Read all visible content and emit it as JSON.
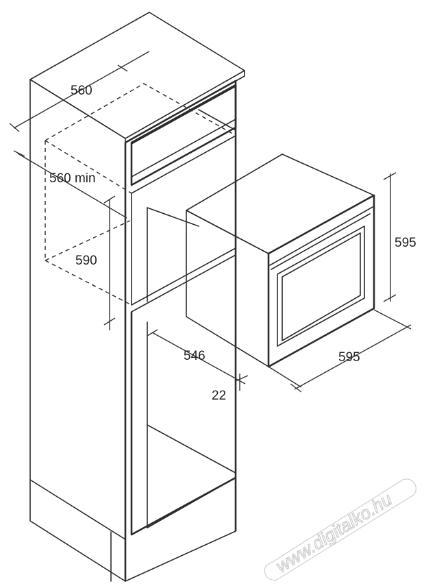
{
  "dimensions": {
    "cabinet_width": "560",
    "cabinet_depth": "560 min",
    "niche_height": "590",
    "oven_depth": "546",
    "oven_height": "595",
    "oven_width": "595",
    "front_depth": "22"
  },
  "watermark": "www.digitalko.hu"
}
